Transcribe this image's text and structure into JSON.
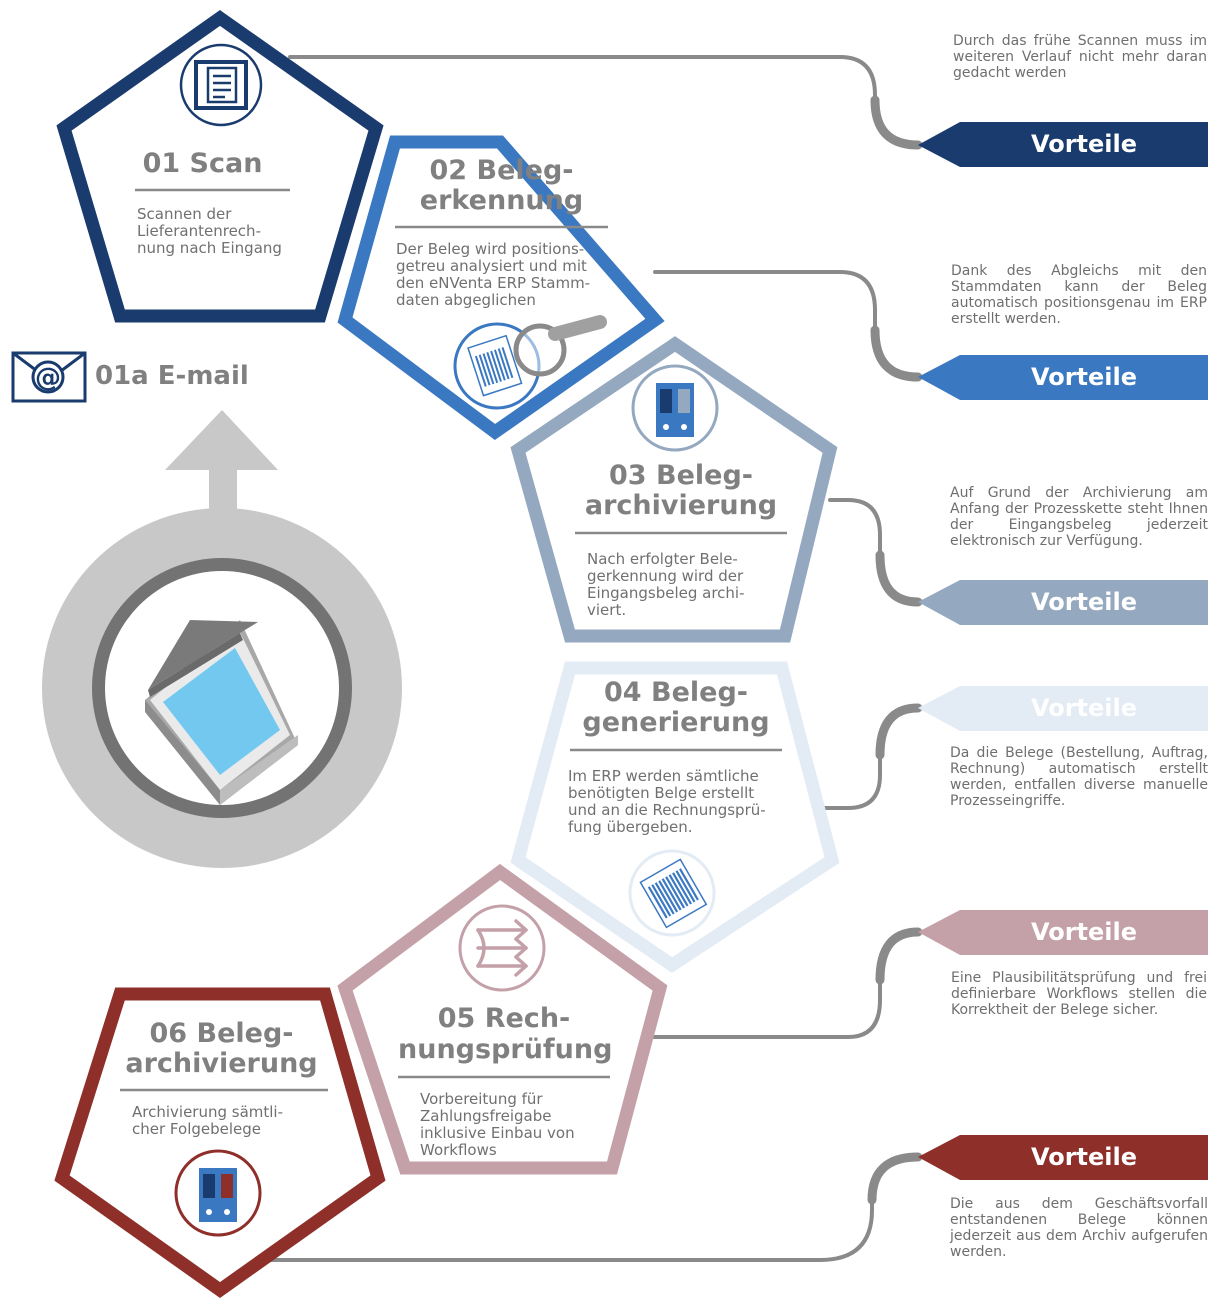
{
  "colors": {
    "step1": "#1a3b6e",
    "step2": "#3a78c2",
    "step3": "#94a8c0",
    "step4": "#e3ebf5",
    "step5": "#c4a0a8",
    "step6": "#8e2f29",
    "connector": "#8a8a8a",
    "scanner_ring": "#c8c8c8"
  },
  "email": {
    "label": "01a E-mail",
    "icon": "envelope-at-icon"
  },
  "steps": [
    {
      "title_l1": "01 Scan",
      "title_l2": "",
      "text": [
        "Scannen der",
        "Lieferantenrech-",
        "nung nach Eingang"
      ],
      "icon": "document-scan-icon"
    },
    {
      "title_l1": "02 Beleg-",
      "title_l2": "erkennung",
      "text": [
        "Der Beleg wird positions-",
        "getreu analysiert und mit",
        "den eNVenta ERP Stamm-",
        "daten abgeglichen"
      ],
      "icon": "magnifier-document-icon"
    },
    {
      "title_l1": "03 Beleg-",
      "title_l2": "archivierung",
      "text": [
        "Nach erfolgter Bele-",
        "gerkennung wird der",
        "Eingangsbeleg archi-",
        "viert."
      ],
      "icon": "binder-icon"
    },
    {
      "title_l1": "04 Beleg-",
      "title_l2": "generierung",
      "text": [
        "Im ERP werden sämtliche",
        "benötigten Belge erstellt",
        "und an die Rechnungsprü-",
        "fung übergeben."
      ],
      "icon": "barcode-document-icon"
    },
    {
      "title_l1": "05 Rech-",
      "title_l2": "nungsprüfung",
      "text": [
        "Vorbereitung für",
        "Zahlungsfreigabe",
        "inklusive Einbau von",
        "Workflows"
      ],
      "icon": "workflow-arrows-icon"
    },
    {
      "title_l1": "06 Beleg-",
      "title_l2": "archivierung",
      "text": [
        "Archivierung sämtli-",
        "cher Folgebelege"
      ],
      "icon": "binder-icon"
    }
  ],
  "advantages": [
    {
      "label": "Vorteile",
      "text": "Durch das frühe Scannen muss im weiteren Verlauf nicht mehr daran gedacht werden"
    },
    {
      "label": "Vorteile",
      "text": "Dank des Abgleichs mit den Stammdaten kann der Beleg automatisch positionsgenau im ERP erstellt werden."
    },
    {
      "label": "Vorteile",
      "text": "Auf Grund der Archivierung am Anfang der Prozesskette steht Ihnen der Eingangsbeleg jederzeit elektronisch zur Verfügung."
    },
    {
      "label": "Vorteile",
      "text": "Da die Belege (Bestellung, Auftrag, Rechnung) automatisch erstellt werden, entfallen diverse manuelle Prozesseingriffe."
    },
    {
      "label": "Vorteile",
      "text": "Eine Plausibilitätsprüfung und frei definierbare Workflows stellen die Korrektheit der Belege sicher."
    },
    {
      "label": "Vorteile",
      "text": "Die aus dem Geschäftsvorfall entstandenen Belege können jederzeit aus dem Archiv aufgerufen werden."
    }
  ]
}
